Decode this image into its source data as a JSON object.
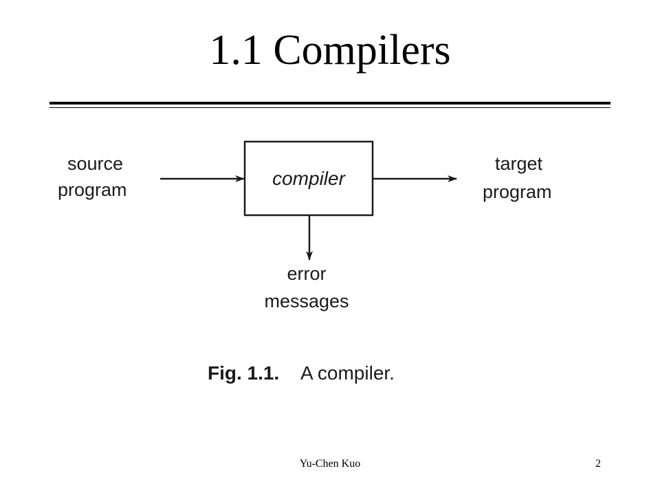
{
  "slide": {
    "title": "1.1 Compilers",
    "author": "Yu-Chen Kuo",
    "page_number": "2"
  },
  "diagram": {
    "input_line1": "source",
    "input_line2": "program",
    "process_label": "compiler",
    "output_line1": "target",
    "output_line2": "program",
    "error_line1": "error",
    "error_line2": "messages",
    "caption_label": "Fig. 1.1.",
    "caption_text": "A compiler."
  }
}
